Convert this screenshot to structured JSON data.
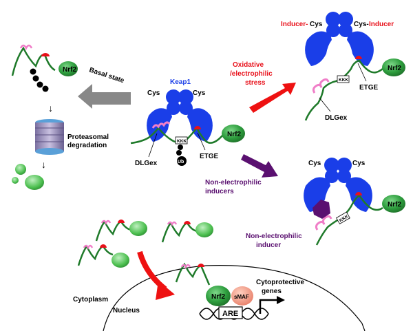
{
  "labels": {
    "keap1": "Keap1",
    "cys": "Cys",
    "nrf2": "Nrf2",
    "kkk": "KKK",
    "ub": "Ub",
    "dlgex": "DLGex",
    "etge": "ETGE",
    "basal_state": "Basal state",
    "proteasomal_line1": "Proteasomal",
    "proteasomal_line2": "degradation",
    "oxidative_line1": "Oxidative",
    "oxidative_line2": "/electrophilic",
    "oxidative_line3": "stress",
    "inducer_cys_left_inducer": "Inducer-",
    "inducer_cys_left_cys": "Cys",
    "inducer_cys_right_cys": "Cys-",
    "inducer_cys_right_inducer": "Inducer",
    "nonelec_inducers_line1": "Non-electrophilic",
    "nonelec_inducers_line2": "inducers",
    "nonelec_inducer_line1": "Non-electrophilic",
    "nonelec_inducer_line2": "inducer",
    "cytoplasm": "Cytoplasm",
    "nucleus": "Nucleus",
    "smaf": "sMAF",
    "are": "ARE",
    "cytoprotective_line1": "Cytoprotective",
    "cytoprotective_line2": "genes"
  },
  "colors": {
    "keap1_blue": "#1a3ee8",
    "nrf2_green": "#2e9e3e",
    "chain_green": "#1f7a2a",
    "dlg_pink": "#f07ec8",
    "etge_red": "#e8101a",
    "arrow_gray": "#888888",
    "arrow_red": "#ee1111",
    "arrow_purple": "#5a1070",
    "smaf_salmon": "#f09a7a",
    "proteasome_blue": "#5aa0d8"
  }
}
